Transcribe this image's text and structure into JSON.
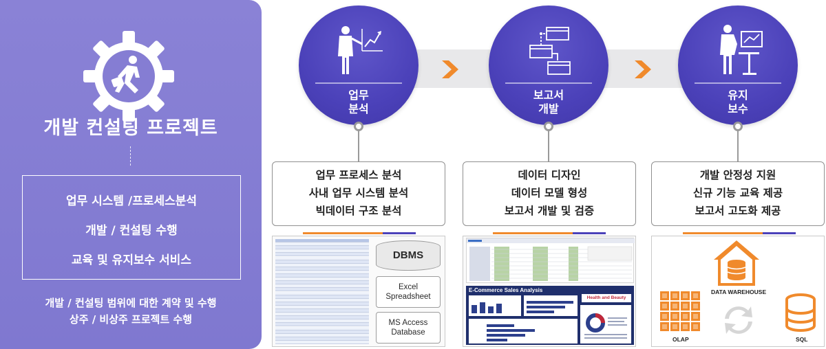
{
  "left_panel": {
    "title": "개발 컨설팅 프로젝트",
    "services": [
      "업무 시스템 /프로세스분석",
      "개발 / 컨설팅 수행",
      "교육 및 유지보수 서비스"
    ],
    "scope_lines": [
      "개발 / 컨설팅 범위에 대한 계약 및 수행",
      "상주 / 비상주 프로젝트 수행"
    ]
  },
  "steps": [
    {
      "label_lines": [
        "업무",
        "분석"
      ],
      "icon": "presenter-chart-icon",
      "description_lines": [
        "업무 프로세스 분석",
        "사내 업무 시스템 분석",
        "빅데이터 구조 분석"
      ]
    },
    {
      "label_lines": [
        "보고서",
        "개발"
      ],
      "icon": "flowchart-icon",
      "description_lines": [
        "데이터 디자인",
        "데이터 모델 형성",
        "보고서 개발 및 검증"
      ]
    },
    {
      "label_lines": [
        "유지",
        "보수"
      ],
      "icon": "person-at-screen-icon",
      "description_lines": [
        "개발 안정성 지원",
        "신규 기능 교육 제공",
        "보고서 고도화 제공"
      ]
    }
  ],
  "thumbnails": {
    "sources": {
      "dbms": "DBMS",
      "excel_lines": [
        "Excel",
        "Spreadsheet"
      ],
      "access_lines": [
        "MS Access",
        "Database"
      ]
    },
    "dashboard": {
      "title": "E-Commerce Sales Analysis",
      "subtitle": "Health and Beauty"
    },
    "warehouse": {
      "dw_label": "DATA WAREHOUSE",
      "olap_label": "OLAP",
      "sql_label": "SQL"
    }
  },
  "colors": {
    "panel": "#857dd3",
    "circle": "#4b41b9",
    "accent_orange": "#f08a2c",
    "chevron": "#f08a2c"
  }
}
